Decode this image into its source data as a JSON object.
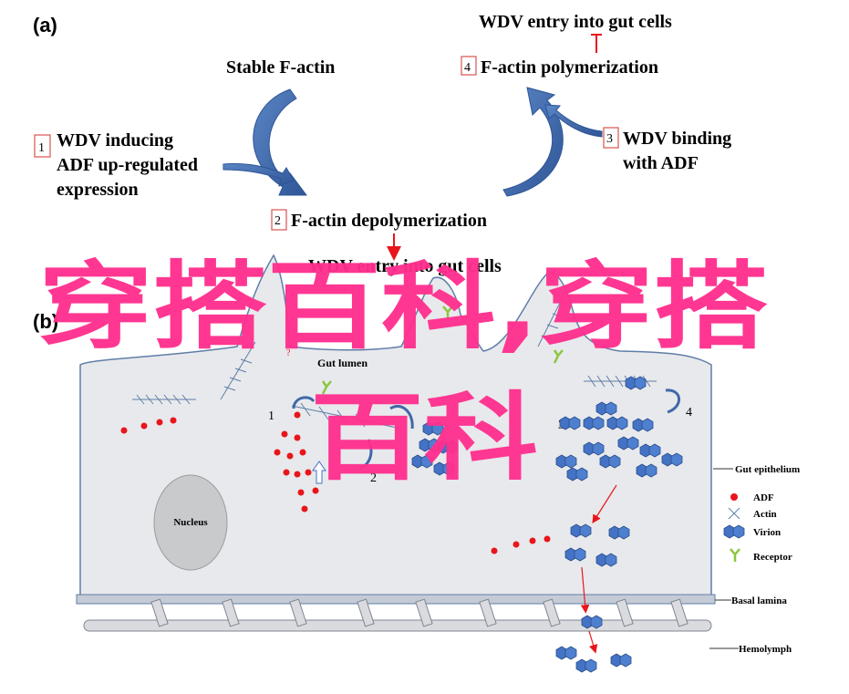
{
  "panel_a": {
    "label": "(a)",
    "top_entry": "WDV entry into gut cells",
    "stable": "Stable F-actin",
    "step1": {
      "num": "1",
      "line1": "WDV inducing",
      "line2": "ADF up-regulated",
      "line3": "expression"
    },
    "step2": {
      "num": "2",
      "text": "F-actin depolymerization"
    },
    "step3": {
      "num": "3",
      "line1": "WDV binding",
      "line2": "with ADF"
    },
    "step4": {
      "num": "4",
      "text": "F-actin polymerization"
    },
    "bottom_entry": "WDV entry into gut cells"
  },
  "panel_b": {
    "label": "(b)",
    "gut_lumen": "Gut lumen",
    "nucleus": "Nucleus",
    "num1": "1",
    "num2": "2",
    "num3": "3",
    "num4": "4",
    "gut_epithelium": "Gut epithelium",
    "basal_lamina": "Basal lamina",
    "hemolymph": "Hemolymph",
    "legend": {
      "adf": "ADF",
      "actin": "Actin",
      "virion": "Virion",
      "receptor": "Receptor"
    }
  },
  "watermark": {
    "line1": "穿搭百科,穿搭",
    "line2": "百科"
  },
  "colors": {
    "arrow_blue": "#3f69a8",
    "cell_fill": "#e8e9ec",
    "cell_stroke": "#5f7ea8",
    "adf_red": "#e8161b",
    "virion_blue": "#4472c4",
    "receptor_green": "#8cc63f",
    "watermark_pink": "#ff2f8e",
    "step_box_red": "#d9534f"
  }
}
